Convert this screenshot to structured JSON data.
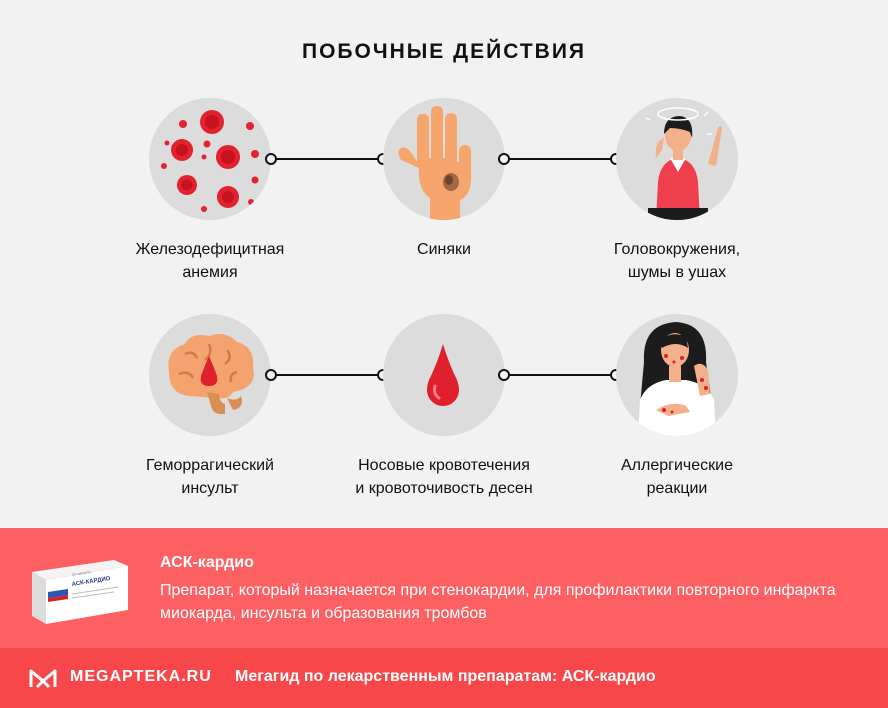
{
  "title": "ПОБОЧНЫЕ ДЕЙСТВИЯ",
  "effects_row1": [
    {
      "line1": "Железодефицитная",
      "line2": "анемия",
      "icon": "blood-cells-icon"
    },
    {
      "line1": "Синяки",
      "line2": "",
      "icon": "bruised-hand-icon"
    },
    {
      "line1": "Головокружения,",
      "line2": "шумы в ушах",
      "icon": "dizzy-woman-icon"
    }
  ],
  "effects_row2": [
    {
      "line1": "Геморрагический",
      "line2": "инсульт",
      "icon": "brain-bleed-icon"
    },
    {
      "line1": "Носовые кровотечения",
      "line2": "и кровоточивость десен",
      "icon": "blood-drop-icon"
    },
    {
      "line1": "Аллергические",
      "line2": "реакции",
      "icon": "allergic-woman-icon"
    }
  ],
  "drug": {
    "name": "АСК-кардио",
    "description": "Препарат, который назначается при стенокардии, для профилактики повторного инфаркта миокарда, инсульта и образования тромбов",
    "package_label": "АСК-КАРДИО",
    "package_small": "30 таблеток"
  },
  "footer": {
    "brand": "MEGAPTEKA.RU",
    "text": "Мегагид по лекарственным препаратам: АСК-кардио"
  },
  "colors": {
    "background": "#f2f2f2",
    "circle": "#dcdcdc",
    "drug_band": "#fd6063",
    "footer_band": "#f7474b",
    "blood": "#e0202c"
  }
}
